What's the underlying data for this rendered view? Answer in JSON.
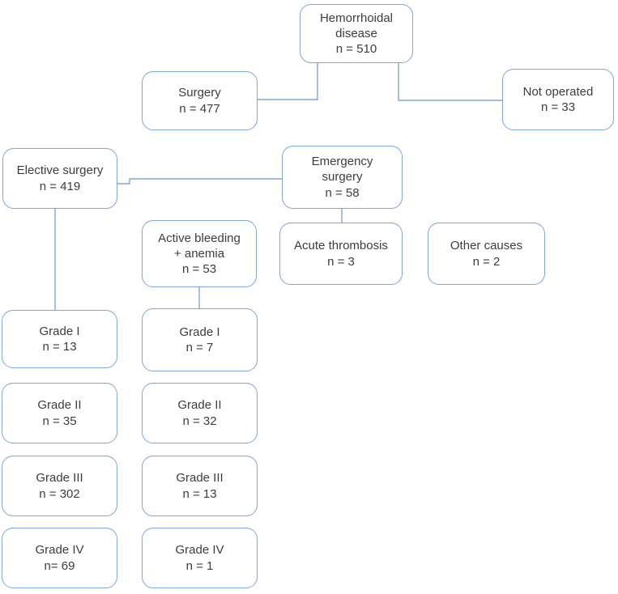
{
  "diagram": {
    "title": "Hemorrhoidal disease surgery flowchart",
    "colors": {
      "box_border": "#7da7d8",
      "connector": "#7da7d8",
      "text": "#3d3d3d",
      "background": "#ffffff"
    },
    "nodes": {
      "hemorrhoidal": {
        "title": "Hemorrhoidal\ndisease",
        "count": "n = 510"
      },
      "surgery": {
        "title": "Surgery",
        "count": "n = 477"
      },
      "not_operated": {
        "title": "Not operated",
        "count": "n = 33"
      },
      "elective": {
        "title": "Elective surgery",
        "count": "n = 419"
      },
      "emergency": {
        "title": "Emergency\nsurgery",
        "count": "n = 58"
      },
      "active_bleeding": {
        "title": "Active bleeding\n+ anemia",
        "count": "n = 53"
      },
      "acute_thrombosis": {
        "title": "Acute thrombosis",
        "count": "n = 3"
      },
      "other_causes": {
        "title": "Other causes",
        "count": "n = 2"
      },
      "elective_grade1": {
        "title": "Grade I",
        "count": "n = 13"
      },
      "elective_grade2": {
        "title": "Grade II",
        "count": "n = 35"
      },
      "elective_grade3": {
        "title": "Grade III",
        "count": "n = 302"
      },
      "elective_grade4": {
        "title": "Grade IV",
        "count": "n= 69"
      },
      "bleeding_grade1": {
        "title": "Grade I",
        "count": "n = 7"
      },
      "bleeding_grade2": {
        "title": "Grade II",
        "count": "n = 32"
      },
      "bleeding_grade3": {
        "title": "Grade III",
        "count": "n = 13"
      },
      "bleeding_grade4": {
        "title": "Grade IV",
        "count": "n = 1"
      }
    }
  }
}
